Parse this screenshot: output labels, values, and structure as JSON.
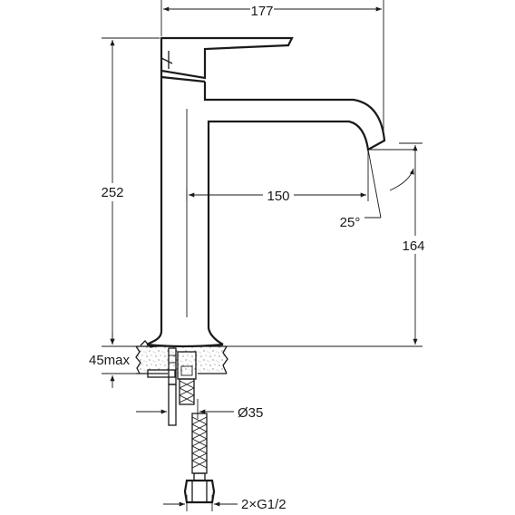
{
  "dimensions": {
    "width_top": "177",
    "height_total": "252",
    "reach": "150",
    "angle": "25°",
    "spout_height": "164",
    "deck_thickness": "45max",
    "hole_diameter": "Ø35",
    "connection": "2×G1/2"
  },
  "colors": {
    "line": "#1a1a1a",
    "background": "#ffffff"
  }
}
